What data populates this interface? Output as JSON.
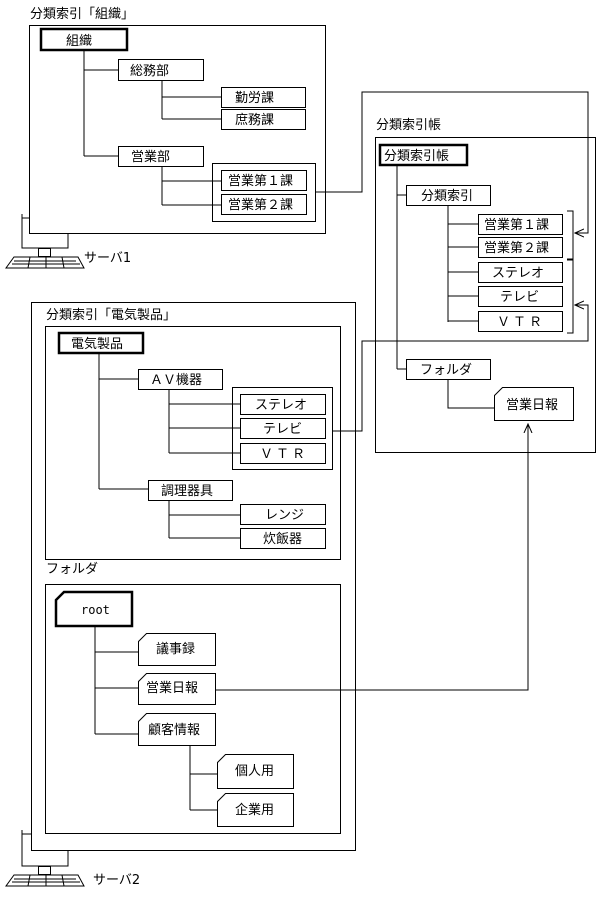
{
  "server1": {
    "panel_title": "分類索引「組織」",
    "server_label": "サーバ1",
    "root": "組織",
    "dept1": "総務部",
    "dept1_sub1": "勤労課",
    "dept1_sub2": "庶務課",
    "dept2": "営業部",
    "dept2_sub1": "営業第１課",
    "dept2_sub2": "営業第２課"
  },
  "book": {
    "panel_title": "分類索引帳",
    "root": "分類索引帳",
    "index": "分類索引",
    "item1": "営業第１課",
    "item2": "営業第２課",
    "item3": "ステレオ",
    "item4": "テレビ",
    "item5": "ＶＴＲ",
    "folder": "フォルダ",
    "doc": "営業日報"
  },
  "server2": {
    "panel_title": "分類索引「電気製品」",
    "server_label": "サーバ2",
    "root": "電気製品",
    "cat1": "ＡＶ機器",
    "cat1_sub1": "ステレオ",
    "cat1_sub2": "テレビ",
    "cat1_sub3": "ＶＴＲ",
    "cat2": "調理器具",
    "cat2_sub1": "レンジ",
    "cat2_sub2": "炊飯器",
    "folder_title": "フォルダ",
    "folder_root": "root",
    "doc1": "議事録",
    "doc2": "営業日報",
    "doc3": "顧客情報",
    "doc3_sub1": "個人用",
    "doc3_sub2": "企業用"
  }
}
